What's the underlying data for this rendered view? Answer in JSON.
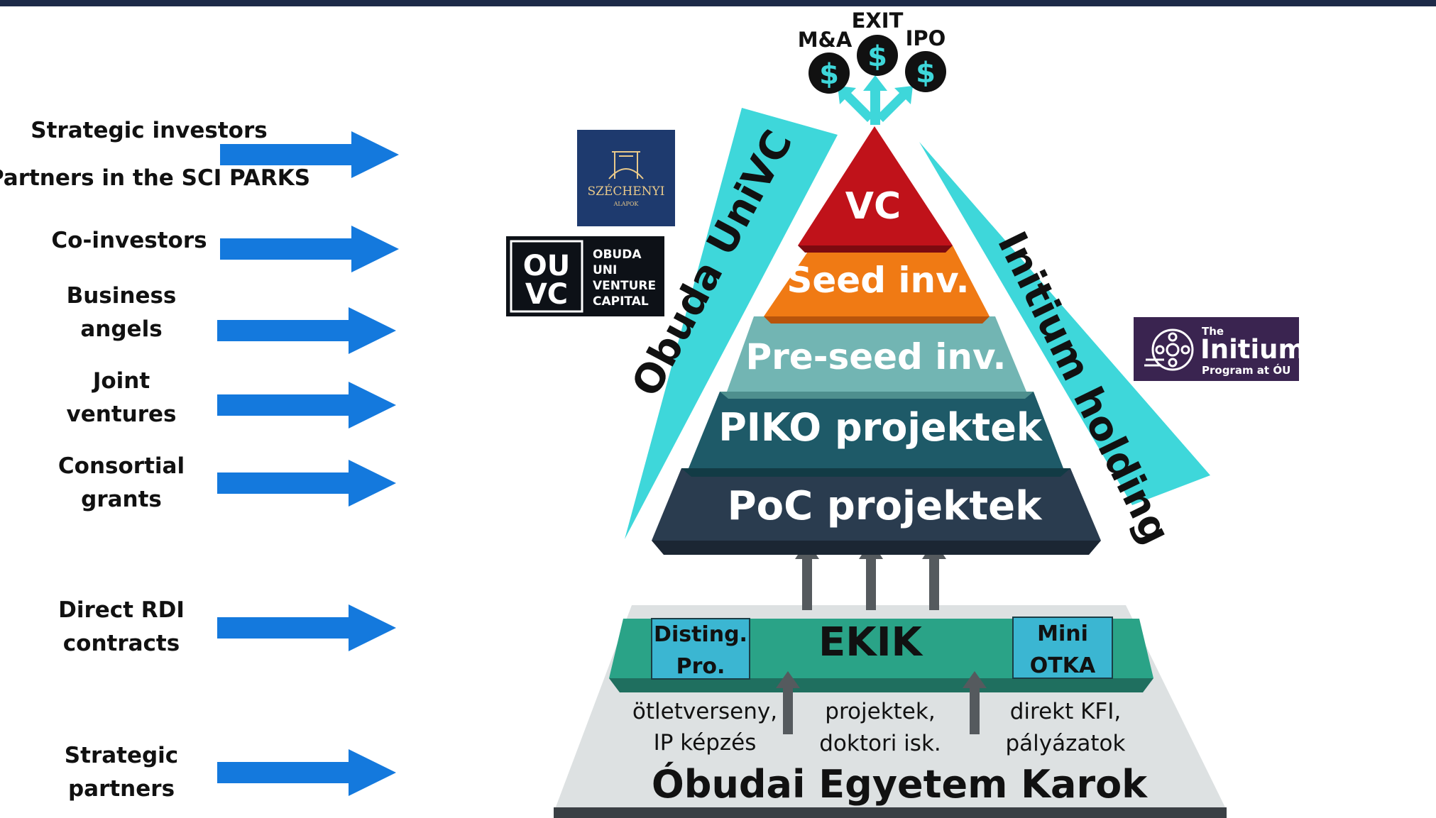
{
  "left_labels": [
    {
      "lines": [
        "Strategic investors"
      ]
    },
    {
      "lines": [
        "Partners in the SCI PARKS"
      ]
    },
    {
      "lines": [
        "Co-investors"
      ]
    },
    {
      "lines": [
        "Business",
        "angels"
      ]
    },
    {
      "lines": [
        "Joint",
        "ventures"
      ]
    },
    {
      "lines": [
        "Consortial",
        "grants"
      ]
    },
    {
      "lines": [
        "Direct RDI",
        "contracts"
      ]
    },
    {
      "lines": [
        "Strategic",
        "partners"
      ]
    }
  ],
  "exits": {
    "ma": "M&A",
    "exit": "EXIT",
    "ipo": "IPO",
    "coin_symbol": "$"
  },
  "pyramid_levels": [
    {
      "label": "VC",
      "color": "#c0121a"
    },
    {
      "label": "Seed inv.",
      "color": "#f07a14"
    },
    {
      "label": "Pre-seed inv.",
      "color": "#72b5b3"
    },
    {
      "label": "PIKO projektek",
      "color": "#1e5a68"
    },
    {
      "label": "PoC projektek",
      "color": "#2a3c4f"
    }
  ],
  "side_bands": {
    "left": "Obuda UniVC",
    "right": "Initium holding",
    "color": "#3ed7da"
  },
  "ekik": {
    "title": "EKIK",
    "left_box": [
      "Disting.",
      "Pro."
    ],
    "right_box": [
      "Mini",
      "OTKA"
    ]
  },
  "base": {
    "columns": [
      [
        "ötletverseny,",
        "IP képzés"
      ],
      [
        "projektek,",
        "doktori isk."
      ],
      [
        "direkt KFI,",
        "pályázatok"
      ]
    ],
    "title": "Óbudai Egyetem Karok"
  },
  "logos": {
    "szechenyi": {
      "name": "SZÉCHENYI",
      "sub": "ALAPOK"
    },
    "ouvc": {
      "mark_top": "OU",
      "mark_bottom": "VC",
      "lines": [
        "OBUDA",
        "UNI",
        "VENTURE",
        "CAPITAL"
      ]
    },
    "initium": {
      "the": "The",
      "name": "Initium",
      "sub": "Program at ÓU"
    }
  },
  "colors": {
    "arrow_blue": "#1479dd",
    "coin": "#111111",
    "dollar": "#3ed7da"
  }
}
